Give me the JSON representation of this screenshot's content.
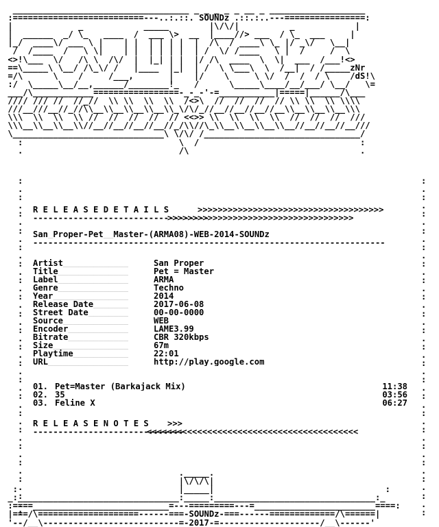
{
  "header_art": [
    "  ___________________________________ _ _ _ _ _ __ _ ___________________",
    " :==========================---..:.::. SOUNDz .::.:..---================:",
    " |             _            _____        |\\/\\/|          _            |",
    " |  ______  _/ \\_   ____  /  ___ \\>  __  |____//> ___  / \\_  ___     |",
    " |_/  ____\\/ ___ \\ |    | |  | | | |  |  /\\  / ____\\ \\_ |/ _\\/   \\__|",
    "  /  /____  /   \\ \\|    | |  | | | |  | /  \\/ /____   \\ |  /     /  \\",
    " <>!\\___  \\/   /\\ \\  /\\/  |  |_| | |  |/ /\\  ____  \\  \\|  ___  /___!<>",
    " ==\\_____\\ \\__/ /\\_\\/ /   |____  |_|  | /  \\ \\___\\  \\  /__|  / /_____zNr",
    " =/\\      \\    /     /___,       |    |/    \\     \\ \\/  /  /  / \\    /dS!\\",
    " :/  \\_____\\__/__,______/________!_   /      \\_____\\____/__/___/ \\__/   \\=",
    " ___/\\____________=================-_-_-'-=___________|=====|______/\\___",
    " //// /// //  //_//  \\\\ \\\\  \\\\  \\\\  /<>\\  //  //  //  // \\\\ \\\\  \\\\ \\\\\\\\",
    " ///__///__//_//\\\\__\\\\__\\\\__\\\\__\\\\_\\/\\/_//__//__//__//__\\\\__\\\\__\\\\__\\\\\\",
    " \\\\\\  \\\\  \\\\  \\\\ //  //  //  //  // <<>> \\\\  \\\\  \\\\  \\\\  //  //  //  ///",
    " \\\\\\__\\\\__\\\\__\\\\//__//__//__//__//_/\\\\//\\_\\\\__\\\\__\\\\__\\\\__//__//__//__///",
    " \\______________________________\\ \\/\\/ /_______________________________/",
    "   :                               \\  /                                :",
    "   .                               /\\                                  ."
  ],
  "release_details": {
    "title": "R E L E A S E   D E T A I L S",
    "arrows": ">>>>>>>>>>>>>>>>>>>>>>>>>>>>>>>>>>>>>",
    "underline": "-----------------------------------",
    "release_name": "San_Proper-Pet__Master-(ARMA08)-WEB-2014-SOUNDz",
    "rule": "----------------------------------------------------------------------",
    "fields": [
      {
        "key": "Artist_____________",
        "value": "San Proper"
      },
      {
        "key": "Title______________",
        "value": "Pet = Master"
      },
      {
        "key": "Label______________",
        "value": "ARMA"
      },
      {
        "key": "Genre______________",
        "value": "Techno"
      },
      {
        "key": "Year_______________",
        "value": "2014"
      },
      {
        "key": "Release Date_______",
        "value": "2017-06-08"
      },
      {
        "key": "Street Date________",
        "value": "00-00-0000"
      },
      {
        "key": "Source_____________",
        "value": "WEB"
      },
      {
        "key": "Encoder____________",
        "value": "LAME3.99"
      },
      {
        "key": "Bitrate____________",
        "value": "CBR 320kbps"
      },
      {
        "key": "Size_______________",
        "value": "67m"
      },
      {
        "key": "Playtime___________",
        "value": "22:01"
      },
      {
        "key": "URL________________",
        "value": "http://play.google.com"
      }
    ]
  },
  "tracks": [
    {
      "num": "01.",
      "title": "Pet=Master (Barkajack Mix)",
      "duration": "11:38"
    },
    {
      "num": "02.",
      "title": "35",
      "duration": "03:56"
    },
    {
      "num": "03.",
      "title": "Feline X",
      "duration": "06:27"
    }
  ],
  "release_notes": {
    "title": "R E L E A S E   N O T E S",
    "arrows": "<<<<<<<<<<<<<<<<<<<<<<<<<<<<<<<<<<<<<<<<<<",
    "underline": "------------------------------"
  },
  "footer_art": [
    "                                   ._____.",
    "                                   |\\/\\/\\|",
    "  :                                |_____|                                  :",
    " _:________________________________:_____:________________________________:_",
    " :====___________________________=---=========---=________________________====:",
    " |===/\\====================------===-SOUNDz-===------=============/\\======|",
    " '--/__\\---------------------------=-2017-=--------------------/__\\------'"
  ]
}
